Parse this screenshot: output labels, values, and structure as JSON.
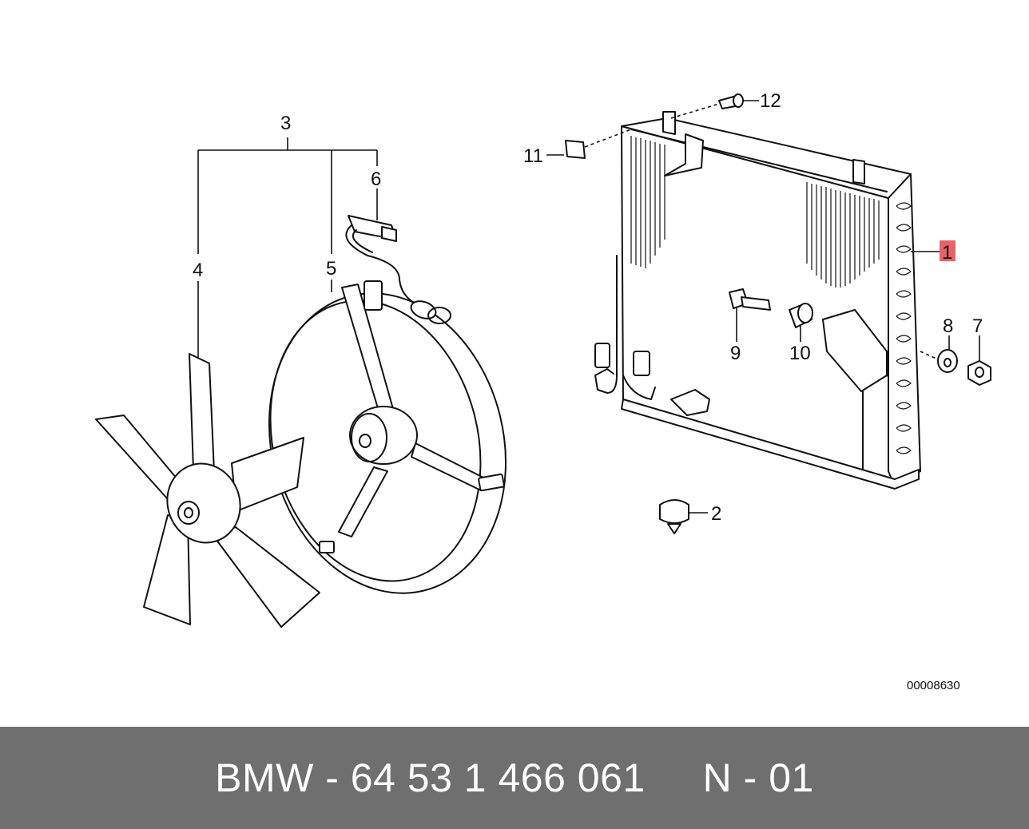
{
  "diagram": {
    "callouts": [
      "1",
      "2",
      "3",
      "4",
      "5",
      "6",
      "7",
      "8",
      "9",
      "10",
      "11",
      "12"
    ],
    "highlight_callout": "1",
    "highlight_color": "#e8626a",
    "reference_code": "00008630"
  },
  "footer": {
    "text": "BMW - 64 53 1 466 061     N - 01",
    "background": "#6f6f6f"
  }
}
